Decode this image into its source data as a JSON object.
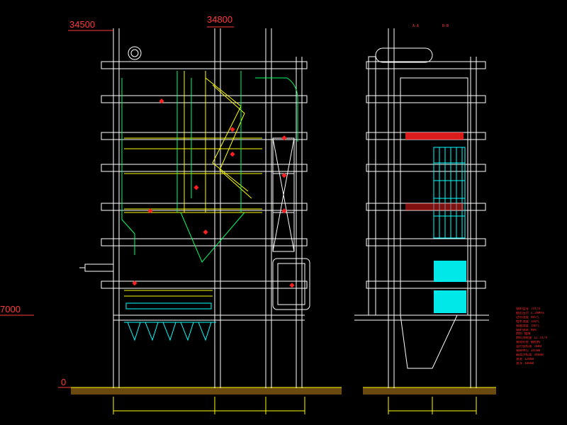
{
  "drawing": {
    "elevations": {
      "left_top": "34500",
      "middle_top": "34800",
      "mid_level": "7000",
      "ground": "0"
    },
    "section_tags": [
      "A-A",
      "B-B"
    ],
    "notes_lines": [
      "锅炉型号  75t/h",
      "额定压力  5.29MPa",
      "过热温度  485℃",
      "给水温度  150℃",
      "排烟温度  140℃",
      "锅炉效率  90%",
      "",
      "燃料  烟煤",
      "燃料消耗量  12.5t/h",
      "钢架形式  钢结构",
      "运行层标高  7000",
      "锅筒中心  34500",
      "最高点标高  34800",
      "总宽  12000",
      "总深  18000"
    ],
    "colors": {
      "background": "#000000",
      "structure": "#ffffff",
      "steel": "#00ffff",
      "pipes": "#ffff00",
      "flue": "#00ff00",
      "annotation": "#ff3a3a",
      "dimension": "#ffff00"
    }
  }
}
